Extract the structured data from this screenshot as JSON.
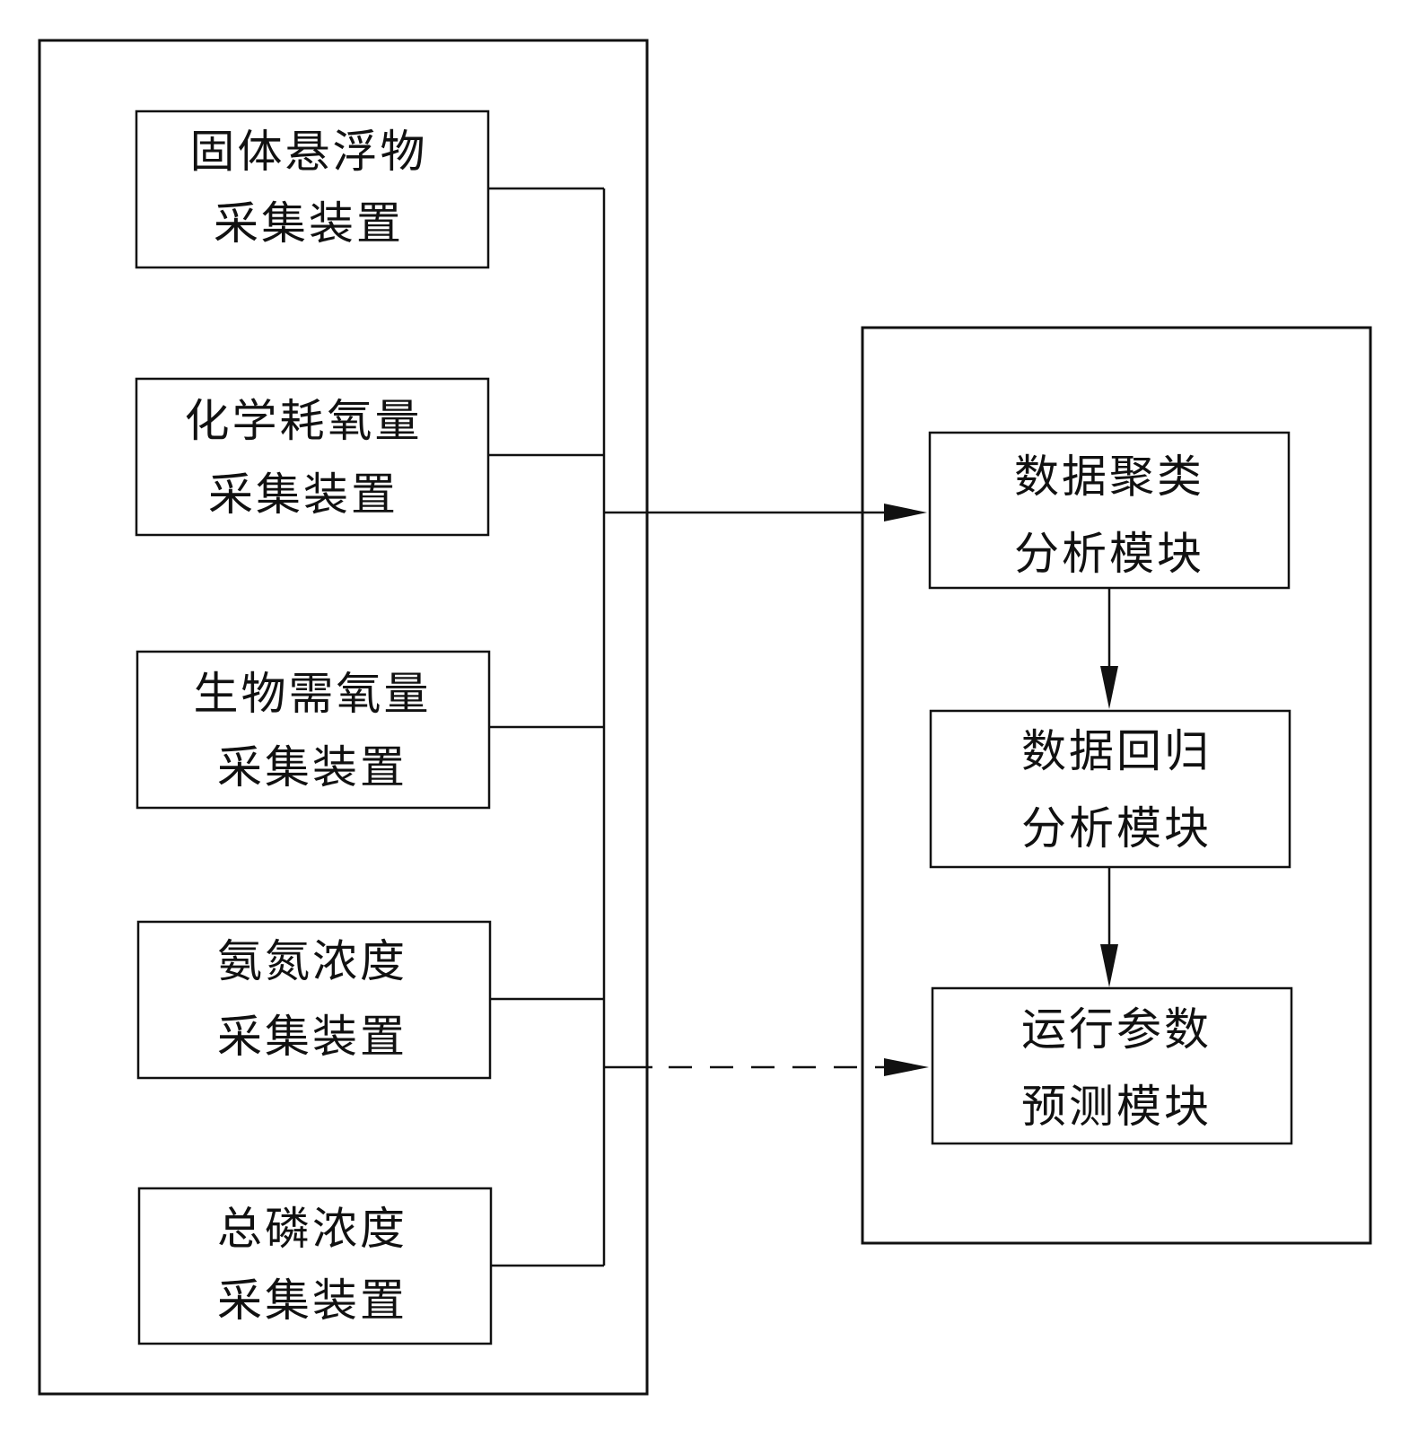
{
  "collectors": {
    "items": [
      {
        "line1": "固体悬浮物",
        "line2": "采集装置"
      },
      {
        "line1": "化学耗氧量",
        "line2": "采集装置"
      },
      {
        "line1": "生物需氧量",
        "line2": "采集装置"
      },
      {
        "line1": "氨氮浓度",
        "line2": "采集装置"
      },
      {
        "line1": "总磷浓度",
        "line2": "采集装置"
      }
    ]
  },
  "modules": {
    "items": [
      {
        "line1": "数据聚类",
        "line2": "分析模块"
      },
      {
        "line1": "数据回归",
        "line2": "分析模块"
      },
      {
        "line1": "运行参数",
        "line2": "预测模块"
      }
    ]
  },
  "connections": [
    {
      "from": "collectors",
      "to": "modules.items.0",
      "style": "solid"
    },
    {
      "from": "modules.items.0",
      "to": "modules.items.1",
      "style": "solid"
    },
    {
      "from": "modules.items.1",
      "to": "modules.items.2",
      "style": "solid"
    },
    {
      "from": "collectors",
      "to": "modules.items.2",
      "style": "dashed"
    }
  ],
  "colors": {
    "line": "#111111",
    "background": "#ffffff"
  }
}
